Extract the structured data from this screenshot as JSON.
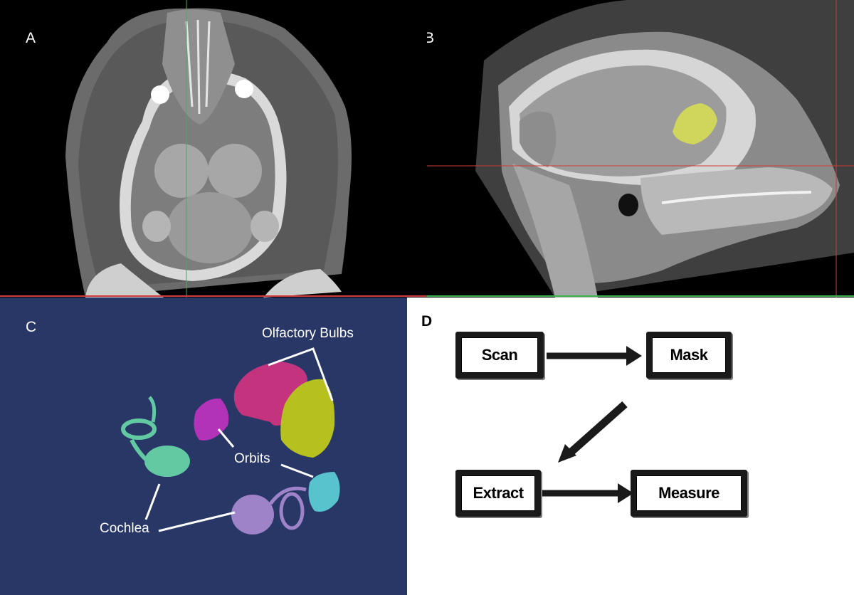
{
  "panels": {
    "a": {
      "letter": "A"
    },
    "b": {
      "letter": "B"
    },
    "c": {
      "letter": "C",
      "labels": {
        "olfactory_bulbs": "Olfactory Bulbs",
        "orbits": "Orbits",
        "cochlea": "Cochlea"
      }
    },
    "d": {
      "letter": "D",
      "steps": {
        "scan": "Scan",
        "mask": "Mask",
        "extract": "Extract",
        "measure": "Measure"
      }
    }
  },
  "colors": {
    "panel_c_background": "#283766",
    "olfactory_left": "#c4337e",
    "olfactory_right": "#b6c01f",
    "orbit_left": "#b232b8",
    "orbit_right": "#58c3cc",
    "cochlea_left": "#62c9a2",
    "cochlea_right": "#9f83c9",
    "highlight_segment": "#d6dc55",
    "crosshair_red": "#d23b3b",
    "crosshair_green": "#3cb44b"
  }
}
